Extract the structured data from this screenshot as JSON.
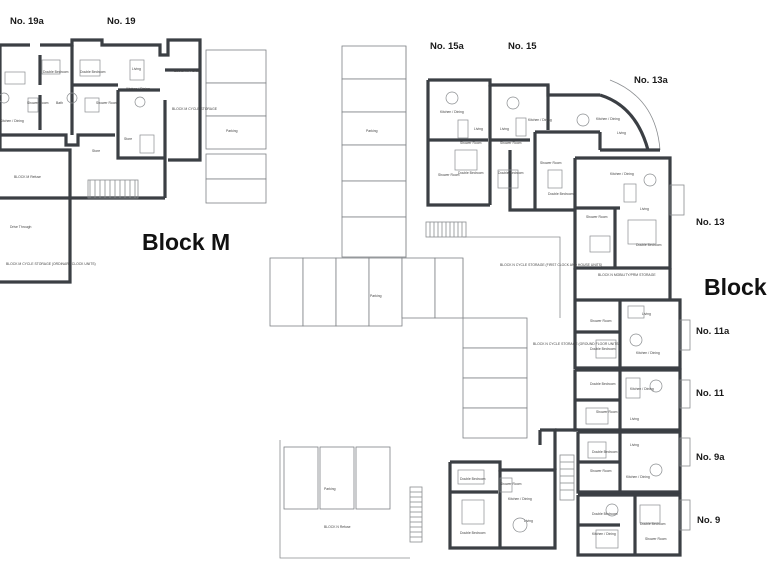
{
  "units": {
    "no19a": "No. 19a",
    "no19": "No. 19",
    "no15a": "No. 15a",
    "no15": "No. 15",
    "no13a": "No. 13a",
    "no13": "No. 13",
    "no11a": "No. 11a",
    "no11": "No. 11",
    "no9a": "No. 9a",
    "no9": "No. 9"
  },
  "blocks": {
    "block_m": "Block M",
    "block_n": "Block N"
  },
  "rooms": {
    "double_bedroom": "Double Bedroom",
    "shower_room": "Shower Room",
    "kitchen_dining": "Kitchen / Dining",
    "living": "Living",
    "bath": "Bath",
    "store": "Store",
    "parking": "Parking",
    "drive_through": "Drive Through",
    "block_m_refuse": "BLOCK M Refuse",
    "block_m_cycle": "BLOCK M CYCLE STORAGE (ORDINARY CLOCK UNITS)",
    "block_m_cycle_upper": "BLOCK M CYCLE STORAGE",
    "block_n_cycle": "BLOCK N CYCLE STORAGE (FIRST CLOCK AND HOUSE UNITS)",
    "block_n_cycle2": "BLOCK N CYCLE STORAGE (GROUND FLOOR UNITS)",
    "block_n_mobility": "BLOCK N MOBILITY/PRM STORAGE",
    "block_n_refuse": "BLOCK N Refuse"
  }
}
